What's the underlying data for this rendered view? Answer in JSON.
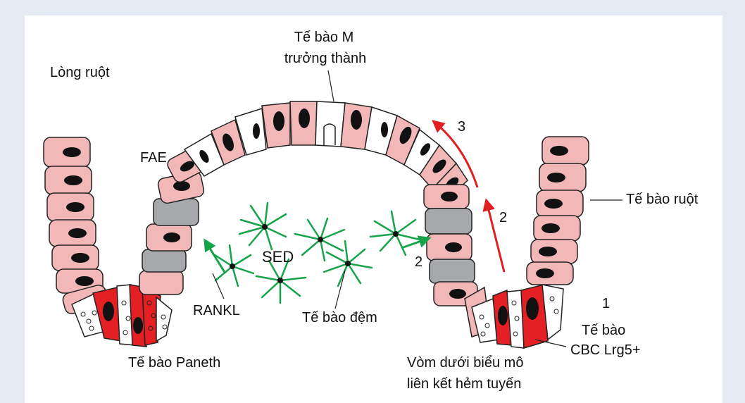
{
  "labels": {
    "lumen": "Lòng ruột",
    "m_cell_line1": "Tế bào M",
    "m_cell_line2": "trưởng thành",
    "fae": "FAE",
    "enterocyte": "Tế bào ruột",
    "sed": "SED",
    "rankl": "RANKL",
    "stromal": "Tế bào đệm",
    "paneth": "Tế bào Paneth",
    "crypt_dome_line1": "Vòm dưới biểu mô",
    "crypt_dome_line2": "liên kết hẻm tuyến",
    "cbc_number": "1",
    "cbc_line1": "Tế bào",
    "cbc_line2": "CBC Lrg5+",
    "step2_green": "2",
    "step2_red": "2",
    "step3": "3"
  },
  "colors": {
    "background": "#e6eaf3",
    "enterocyte": "#f2b7b7",
    "nucleus": "#111111",
    "goblet_gray": "#a7a8ab",
    "paneth_red": "#e52025",
    "migration_arrow": "#e02020",
    "stromal_green": "#16a34a",
    "rankl_arrow": "#16a34a"
  }
}
